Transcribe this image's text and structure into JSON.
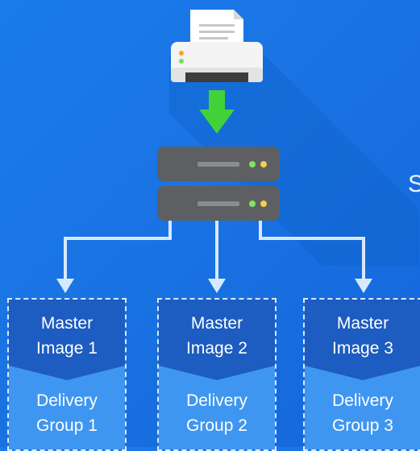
{
  "edge_text": "S",
  "groups": [
    {
      "master": [
        "Master",
        "Image 1"
      ],
      "delivery": [
        "Delivery",
        "Group 1"
      ]
    },
    {
      "master": [
        "Master",
        "Image 2"
      ],
      "delivery": [
        "Delivery",
        "Group 2"
      ]
    },
    {
      "master": [
        "Master",
        "Image 3"
      ],
      "delivery": [
        "Delivery",
        "Group 3"
      ]
    }
  ],
  "colors": {
    "background": "#1a74e4",
    "arrow_down": "#41d23a",
    "connector": "#d7e9ff",
    "master_fill": "#1d5cc0",
    "delivery_fill": "#3e96f0",
    "server_body": "#5d5f63",
    "server_led_green": "#7ee65f",
    "server_led_yellow": "#f2d04a"
  },
  "icons": [
    "printer-icon",
    "down-arrow-icon",
    "server-icon"
  ]
}
